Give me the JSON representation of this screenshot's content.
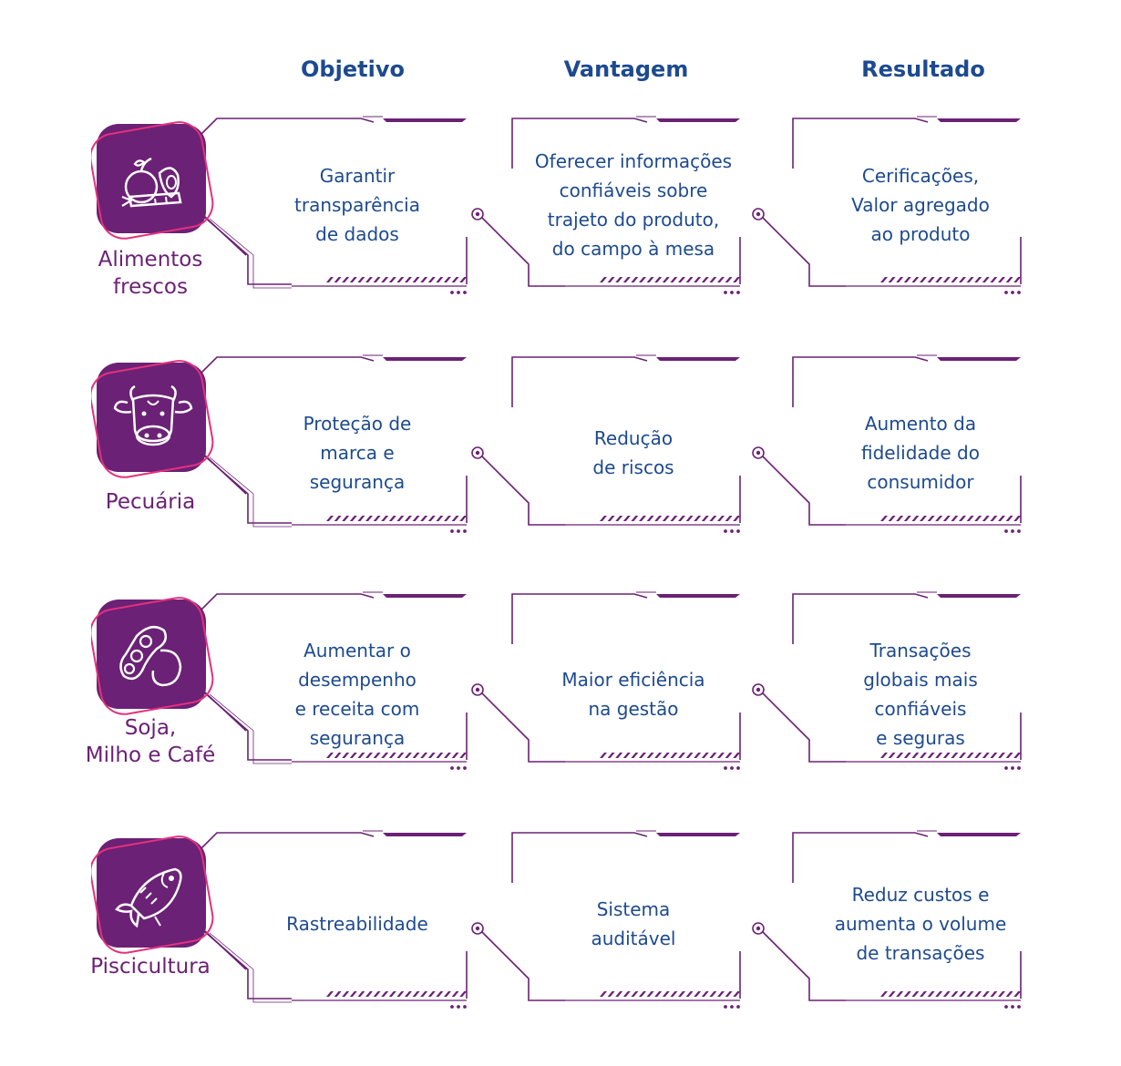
{
  "headers": [
    "Objetivo",
    "Vantagem",
    "Resultado"
  ],
  "colors": {
    "text": "#1d4a8f",
    "accent": "#6b2175",
    "pink": "#e3317d"
  },
  "rows": [
    {
      "category": "Alimentos\nfrescos",
      "icon": "fruit-vegetables-icon",
      "objetivo": "Garantir\ntransparência\nde dados",
      "vantagem": "Oferecer informações\nconfiáveis sobre\ntrajeto do produto,\ndo campo à mesa",
      "resultado": "Cerificações,\nValor agregado\nao produto"
    },
    {
      "category": "Pecuária",
      "icon": "cow-icon",
      "objetivo": "Proteção de\nmarca e\nsegurança",
      "vantagem": "Redução\nde riscos",
      "resultado": "Aumento da\nfidelidade do\nconsumidor"
    },
    {
      "category": "Soja,\nMilho e Café",
      "icon": "soybean-icon",
      "objetivo": "Aumentar o\ndesempenho\ne receita com\nsegurança",
      "vantagem": "Maior eficiência\nna gestão",
      "resultado": "Transações\nglobais mais\nconfiáveis\ne seguras"
    },
    {
      "category": "Piscicultura",
      "icon": "fish-icon",
      "objetivo": "Rastreabilidade",
      "vantagem": "Sistema\nauditável",
      "resultado": "Reduz custos e\naumenta o volume\nde transações"
    }
  ]
}
